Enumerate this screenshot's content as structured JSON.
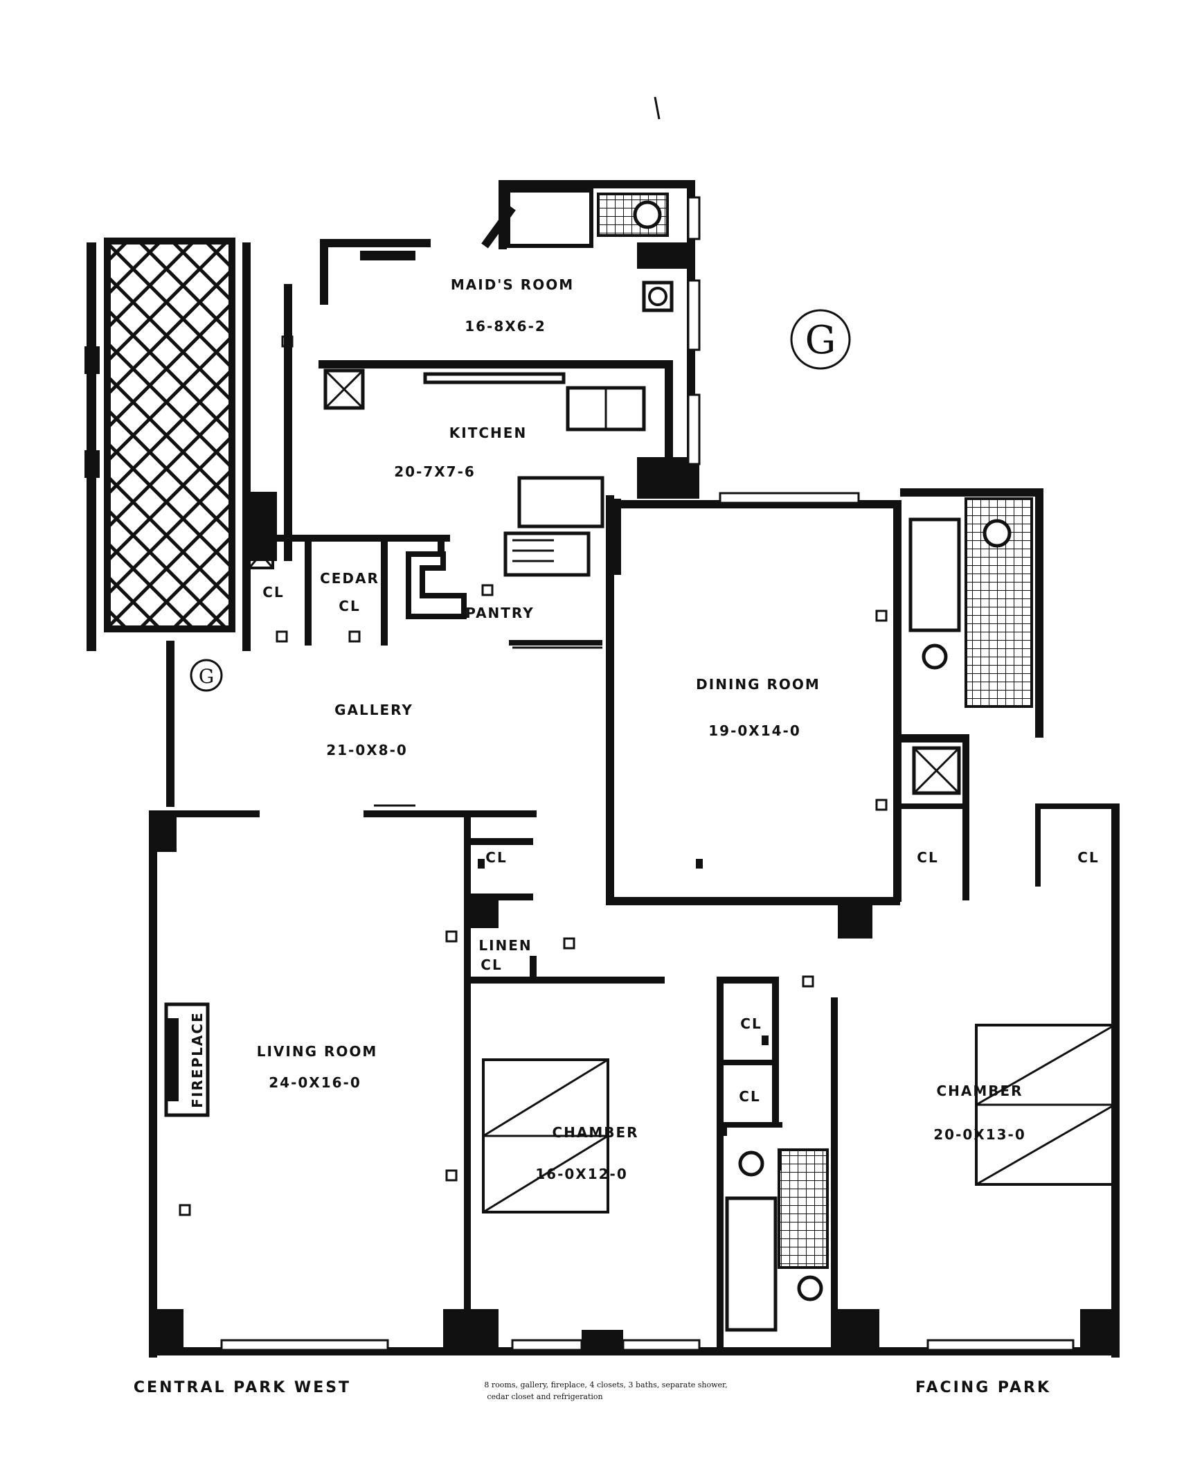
{
  "rooms": {
    "maids_room": {
      "name": "MAID'S ROOM",
      "dim": "16-8X6-2"
    },
    "kitchen": {
      "name": "KITCHEN",
      "dim": "20-7X7-6"
    },
    "cl_west": {
      "name": "CL"
    },
    "cedar_cl": {
      "name": "CEDAR",
      "sub": "CL"
    },
    "pantry": {
      "name": "PANTRY"
    },
    "gallery": {
      "name": "GALLERY",
      "dim": "21-0X8-0"
    },
    "dining_room": {
      "name": "DINING ROOM",
      "dim": "19-0X14-0"
    },
    "cl_hall": {
      "name": "CL"
    },
    "linen_cl": {
      "name": "LINEN",
      "sub": "CL"
    },
    "cl_bath_north": {
      "name": "CL"
    },
    "cl_east": {
      "name": "CL"
    },
    "cl_center_1": {
      "name": "CL"
    },
    "cl_center_2": {
      "name": "CL"
    },
    "living_room": {
      "name": "LIVING ROOM",
      "dim": "24-0X16-0"
    },
    "fireplace": {
      "name": "FIREPLACE"
    },
    "chamber_center": {
      "name": "CHAMBER",
      "dim": "16-0X12-0"
    },
    "chamber_east": {
      "name": "CHAMBER",
      "dim": "20-0X13-0"
    }
  },
  "compass": {
    "large": "G",
    "small": "G"
  },
  "streets": {
    "west": "CENTRAL PARK WEST",
    "east": "FACING PARK"
  },
  "footnote": {
    "line1": "8 rooms, gallery, fireplace, 4 closets, 3 baths, separate shower,",
    "line2": "cedar closet and refrigeration"
  }
}
